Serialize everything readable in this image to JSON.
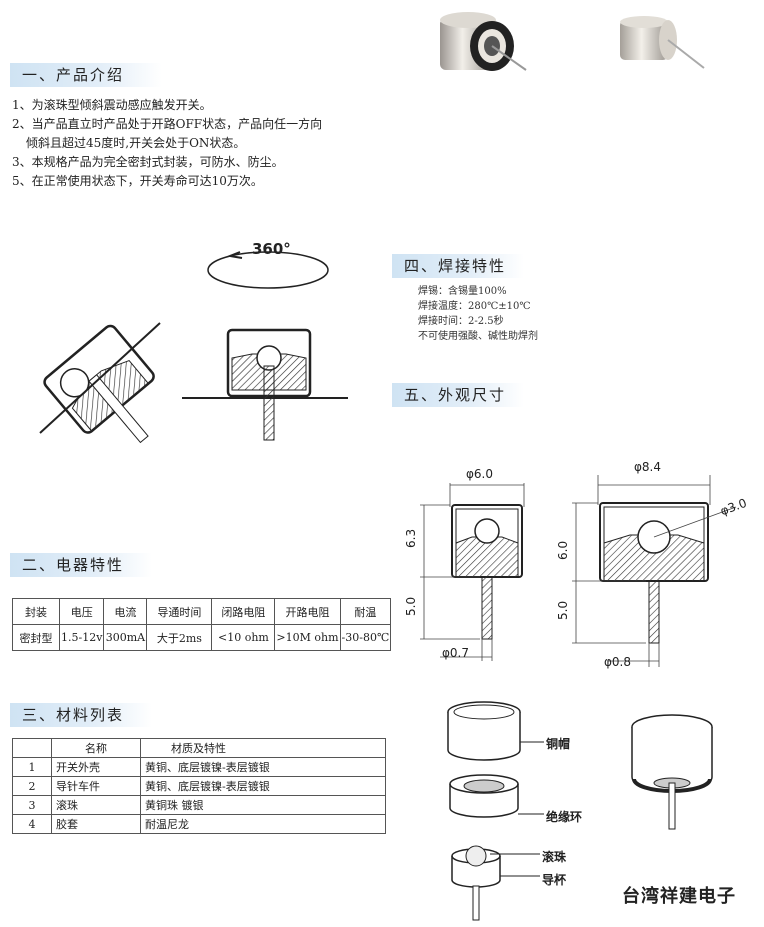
{
  "sections": {
    "intro": {
      "title": "一、产品介绍",
      "items": [
        "1、为滚珠型倾斜震动感应触发开关。",
        "2、当产品直立时产品处于开路OFF状态，产品向任一方向",
        "倾斜且超过45度时,开关会处于ON状态。",
        "3、本规格产品为完全密封式封装，可防水、防尘。",
        "5、在正常使用状态下，开关寿命可达10万次。"
      ]
    },
    "electrical": {
      "title": "二、电器特性",
      "headers": [
        "封装",
        "电压",
        "电流",
        "导通时间",
        "闭路电阻",
        "开路电阻",
        "耐温"
      ],
      "row": [
        "密封型",
        "1.5-12v",
        "300mA",
        "大于2ms",
        "<10 ohm",
        ">10M ohm",
        "-30-80℃"
      ]
    },
    "materials": {
      "title": "三、材料列表",
      "headers": [
        "",
        "名称",
        "材质及特性"
      ],
      "rows": [
        [
          "1",
          "开关外壳",
          "黄铜、底层镀镍-表层镀银"
        ],
        [
          "2",
          "导针车件",
          "黄铜、底层镀镍-表层镀银"
        ],
        [
          "3",
          "滚珠",
          "黄铜珠 镀银"
        ],
        [
          "4",
          "胶套",
          "耐温尼龙"
        ]
      ]
    },
    "welding": {
      "title": "四、焊接特性",
      "items": [
        "焊锡：含锡量100%",
        "焊接温度：280℃±10℃",
        "焊接时间：2-2.5秒",
        "不可使用强酸、碱性助焊剂"
      ]
    },
    "dimensions": {
      "title": "五、外观尺寸",
      "left": {
        "width": "φ6.0",
        "height": "6.3",
        "pin_len": "5.0",
        "pin_dia": "φ0.7"
      },
      "right": {
        "width": "φ8.4",
        "height": "6.0",
        "ball": "φ3.0",
        "pin_len": "5.0",
        "pin_dia": "φ0.8"
      }
    }
  },
  "rotation_label": "360°",
  "exploded_labels": [
    "铜帽",
    "绝缘环",
    "滚珠",
    "导杯"
  ],
  "footer": "台湾祥建电子",
  "colors": {
    "header_bg": "#cfe3f3",
    "hatch": "#333333",
    "metal": "#c9c4bc"
  }
}
